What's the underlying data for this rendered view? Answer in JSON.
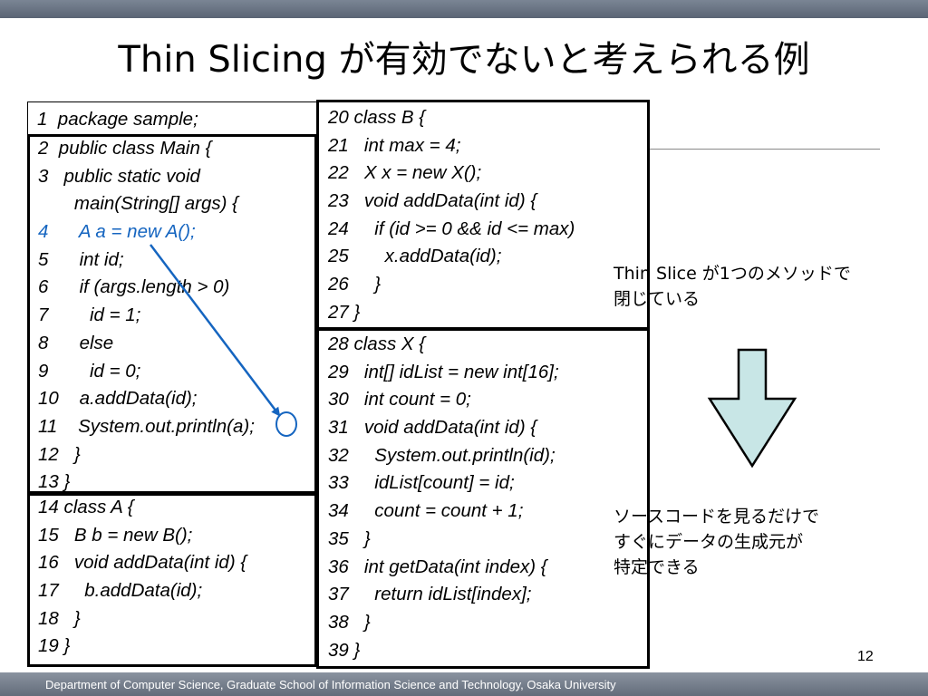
{
  "slide": {
    "title": "Thin Slicing が有効でないと考えられる例",
    "page_number": "12",
    "footer": "Department of Computer Science, Graduate School of Information Science and Technology, Osaka University"
  },
  "code": {
    "box1": [
      "1  package sample;"
    ],
    "box2": [
      "2  public class Main {",
      "3   public static void",
      "       main(String[] args) {",
      "4      A a = new A();",
      "5      int id;",
      "6      if (args.length > 0)",
      "7        id = 1;",
      "8      else",
      "9        id = 0;",
      "10    a.addData(id);",
      "11    System.out.println(a);",
      "12   }",
      "13 }"
    ],
    "box3": [
      "14 class A {",
      "15   B b = new B();",
      "16   void addData(int id) {",
      "17     b.addData(id);",
      "18   }",
      "19 }"
    ],
    "box4": [
      "20 class B {",
      "21   int max = 4;",
      "22   X x = new X();",
      "23   void addData(int id) {",
      "24     if (id >= 0 && id <= max)",
      "25       x.addData(id);",
      "26     }",
      "27 }"
    ],
    "box5": [
      "28 class X {",
      "29   int[] idList = new int[16];",
      "30   int count = 0;",
      "31   void addData(int id) {",
      "32     System.out.println(id);",
      "33     idList[count] = id;",
      "34     count = count + 1;",
      "35   }",
      "36   int getData(int index) {",
      "37     return idList[index];",
      "38   }",
      "39 }"
    ]
  },
  "notes": {
    "note1": [
      "Thin Slice が1つのメソッドで",
      "閉じている"
    ],
    "note2": [
      "ソースコードを見るだけで",
      "すぐにデータの生成元が",
      "特定できる"
    ]
  },
  "colors": {
    "highlight": "#1565c0",
    "arrow_fill": "#c8e6e6",
    "footer_bar": "#6b7482"
  }
}
